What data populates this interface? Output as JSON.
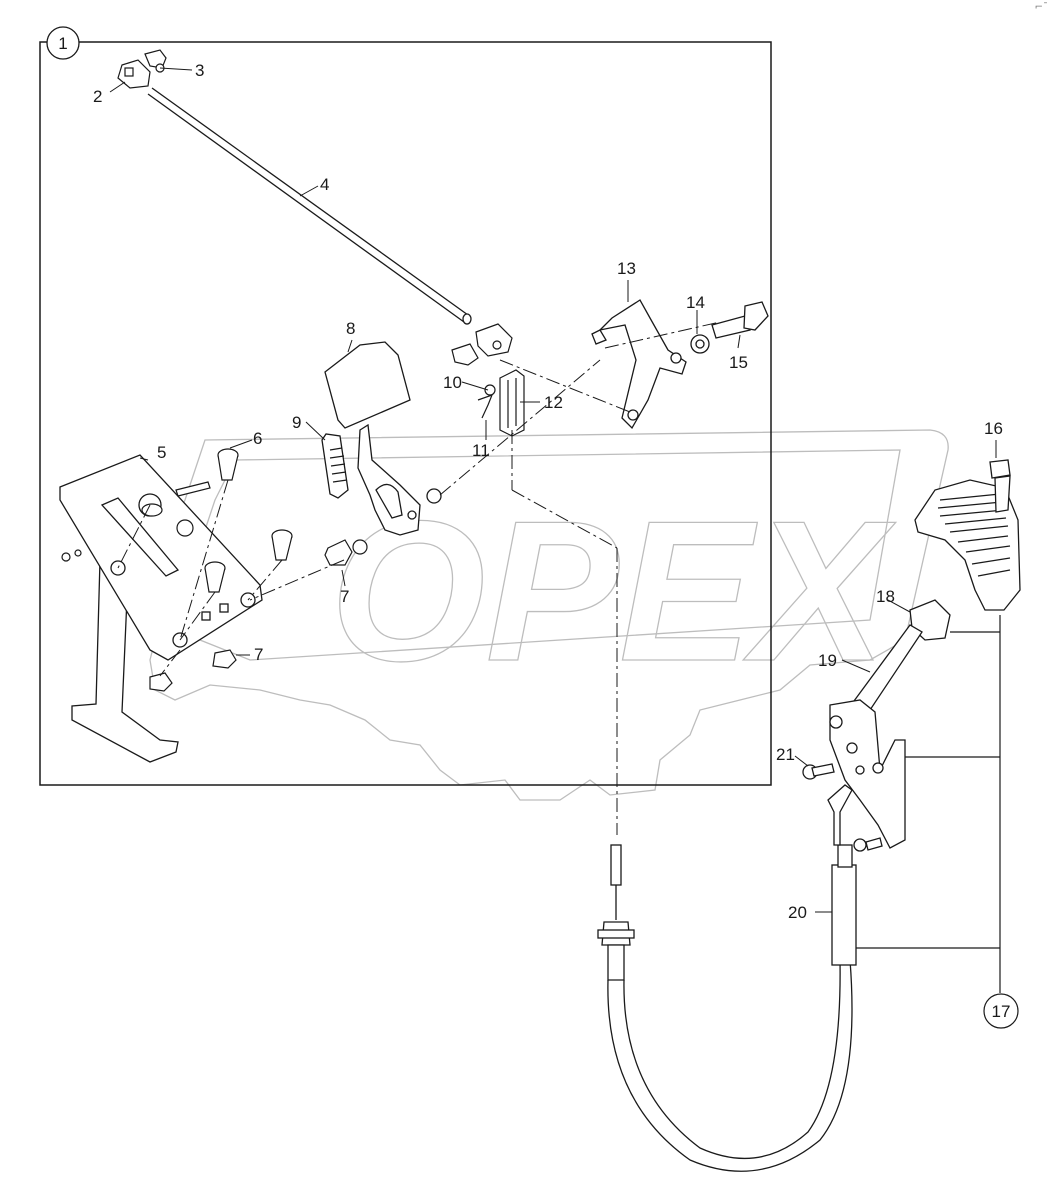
{
  "diagram": {
    "group_labels": {
      "assembly_1": "1",
      "assembly_17": "17"
    },
    "callouts": {
      "c2": "2",
      "c3": "3",
      "c4": "4",
      "c5": "5",
      "c6": "6",
      "c7a": "7",
      "c7b": "7",
      "c8": "8",
      "c9": "9",
      "c10": "10",
      "c11": "11",
      "c12": "12",
      "c13": "13",
      "c14": "14",
      "c15": "15",
      "c16": "16",
      "c18": "18",
      "c19": "19",
      "c20": "20",
      "c21": "21"
    },
    "watermark": "OPEX",
    "corner_mark": "⌐ˉ"
  },
  "colors": {
    "line": "#1a1a1a",
    "watermark": "#bdbdbd",
    "background": "#ffffff"
  }
}
